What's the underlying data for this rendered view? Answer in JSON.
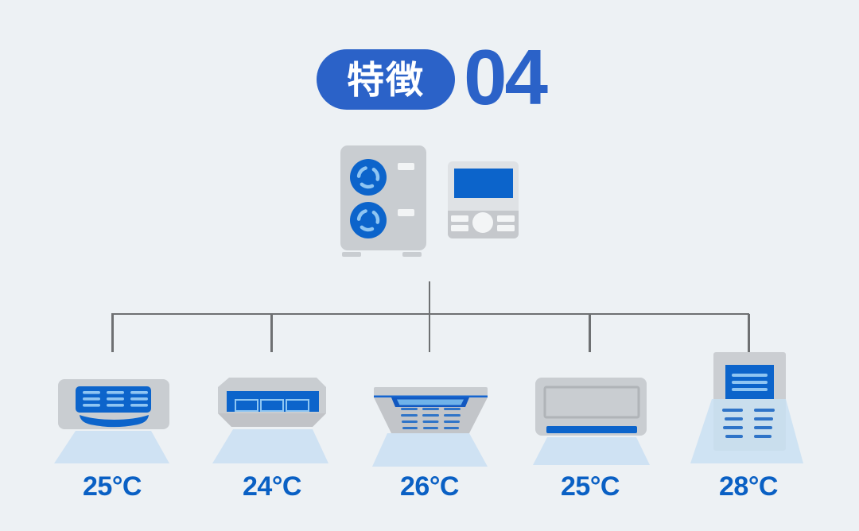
{
  "badge": {
    "label": "特徴",
    "number": "04"
  },
  "equipment": {
    "outdoor_unit": "outdoor-unit",
    "controller": "remote-controller"
  },
  "units": [
    {
      "type": "wall-mounted-grille-indoor-unit",
      "temperature": "25°C"
    },
    {
      "type": "ceiling-suspended-indoor-unit",
      "temperature": "24°C"
    },
    {
      "type": "ceiling-cassette-indoor-unit",
      "temperature": "26°C"
    },
    {
      "type": "wall-mounted-indoor-unit",
      "temperature": "25°C"
    },
    {
      "type": "floor-standing-indoor-unit",
      "temperature": "28°C"
    }
  ],
  "colors": {
    "background": "#edf1f4",
    "accent_blue": "#2b62c8",
    "device_blue": "#0c64cb",
    "light_blue": "#8fc5f2",
    "airflow_blue": "#cfe2f3",
    "body_gray": "#c9cdd1",
    "line_gray": "#6e7072",
    "temperature_text": "#0a60c4"
  }
}
